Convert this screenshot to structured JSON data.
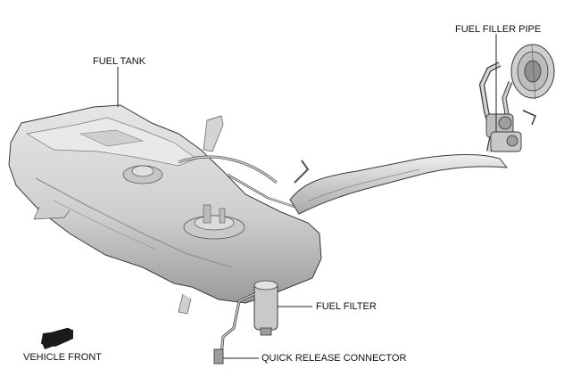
{
  "labels": {
    "fuel_tank": "FUEL TANK",
    "fuel_filler_pipe": "FUEL FILLER PIPE",
    "fuel_filter": "FUEL FILTER",
    "quick_release_connector": "QUICK RELEASE CONNECTOR",
    "vehicle_front": "VEHICLE FRONT"
  },
  "colors": {
    "part_fill": "#d8d8d8",
    "part_shade": "#9c9c9c",
    "outline": "#3a3a3a",
    "leader": "#222222"
  }
}
